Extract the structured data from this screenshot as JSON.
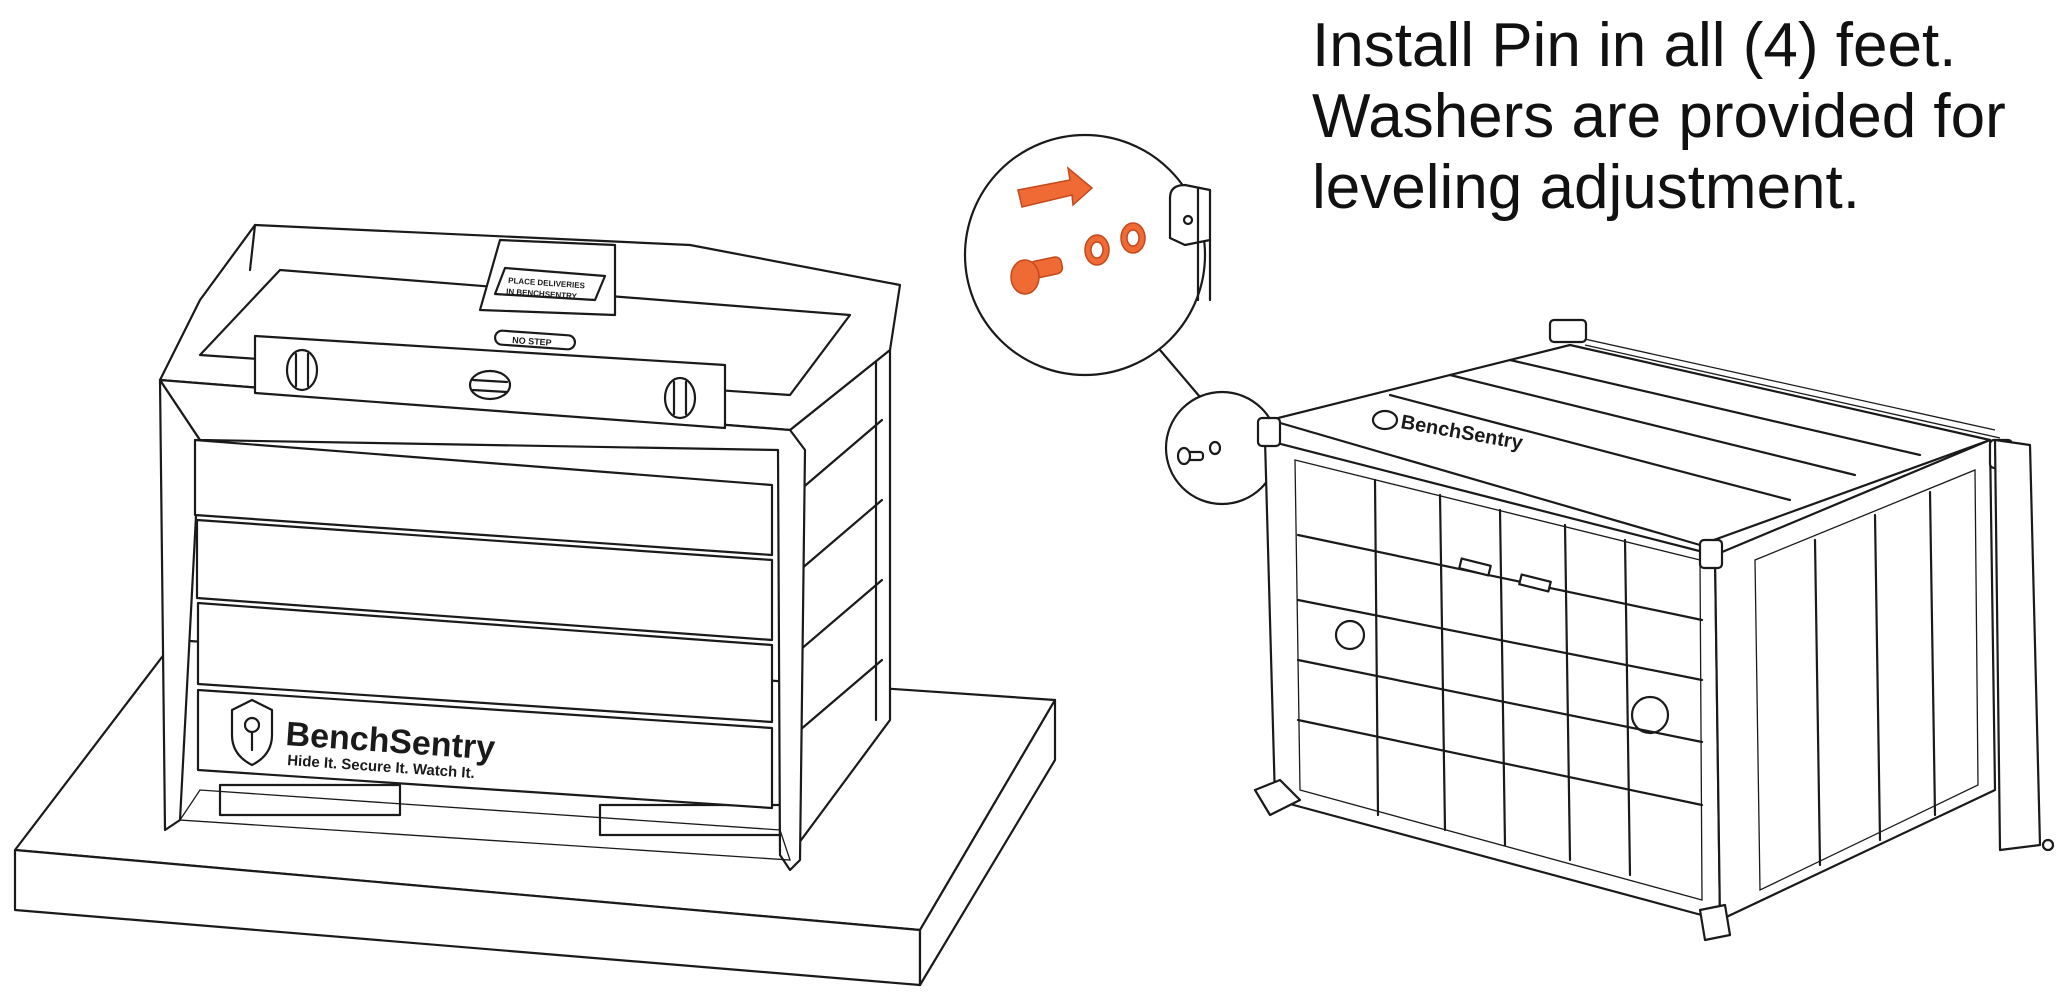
{
  "instructions": {
    "line1": "Install Pin in all (4) feet.",
    "line2": "Washers are provided for",
    "line3": "leveling adjustment."
  },
  "unit_label": {
    "placard_line1": "PLACE DELIVERIES",
    "placard_line2": "IN BENCHSENTRY",
    "no_step": "NO STEP"
  },
  "brand": {
    "name": "BenchSentry",
    "tagline": "Hide It. Secure It. Watch It."
  },
  "colors": {
    "accent": "#ef6a34",
    "ink": "#1a1a1a",
    "background": "#ffffff"
  },
  "icons": {
    "arrow": "arrow-right-icon",
    "pin": "pin-icon",
    "washer": "washer-icon",
    "shield": "shield-keyhole-icon",
    "level_vial": "level-vial-icon"
  }
}
